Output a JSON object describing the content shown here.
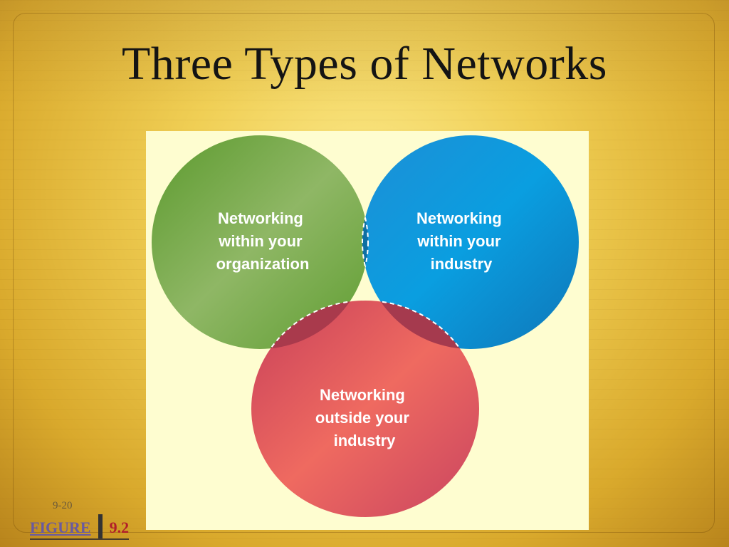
{
  "slide": {
    "title": "Three Types of Networks",
    "slide_number": "9-20"
  },
  "figure": {
    "word": "FIGURE",
    "number": "9.2"
  },
  "diagram": {
    "circles": [
      {
        "id": "organization",
        "lines": [
          "Networking",
          "within your",
          "organization"
        ],
        "color": "#6aa43a"
      },
      {
        "id": "industry",
        "lines": [
          "Networking",
          "within your",
          "industry"
        ],
        "color": "#1b8fd0"
      },
      {
        "id": "outside",
        "lines": [
          "Networking",
          "outside your",
          "industry"
        ],
        "color": "#d9505a"
      }
    ],
    "colors": {
      "green": "#6aa43a",
      "blue": "#1b8fd0",
      "red": "#d9505a",
      "background": "#fefdd0"
    }
  }
}
